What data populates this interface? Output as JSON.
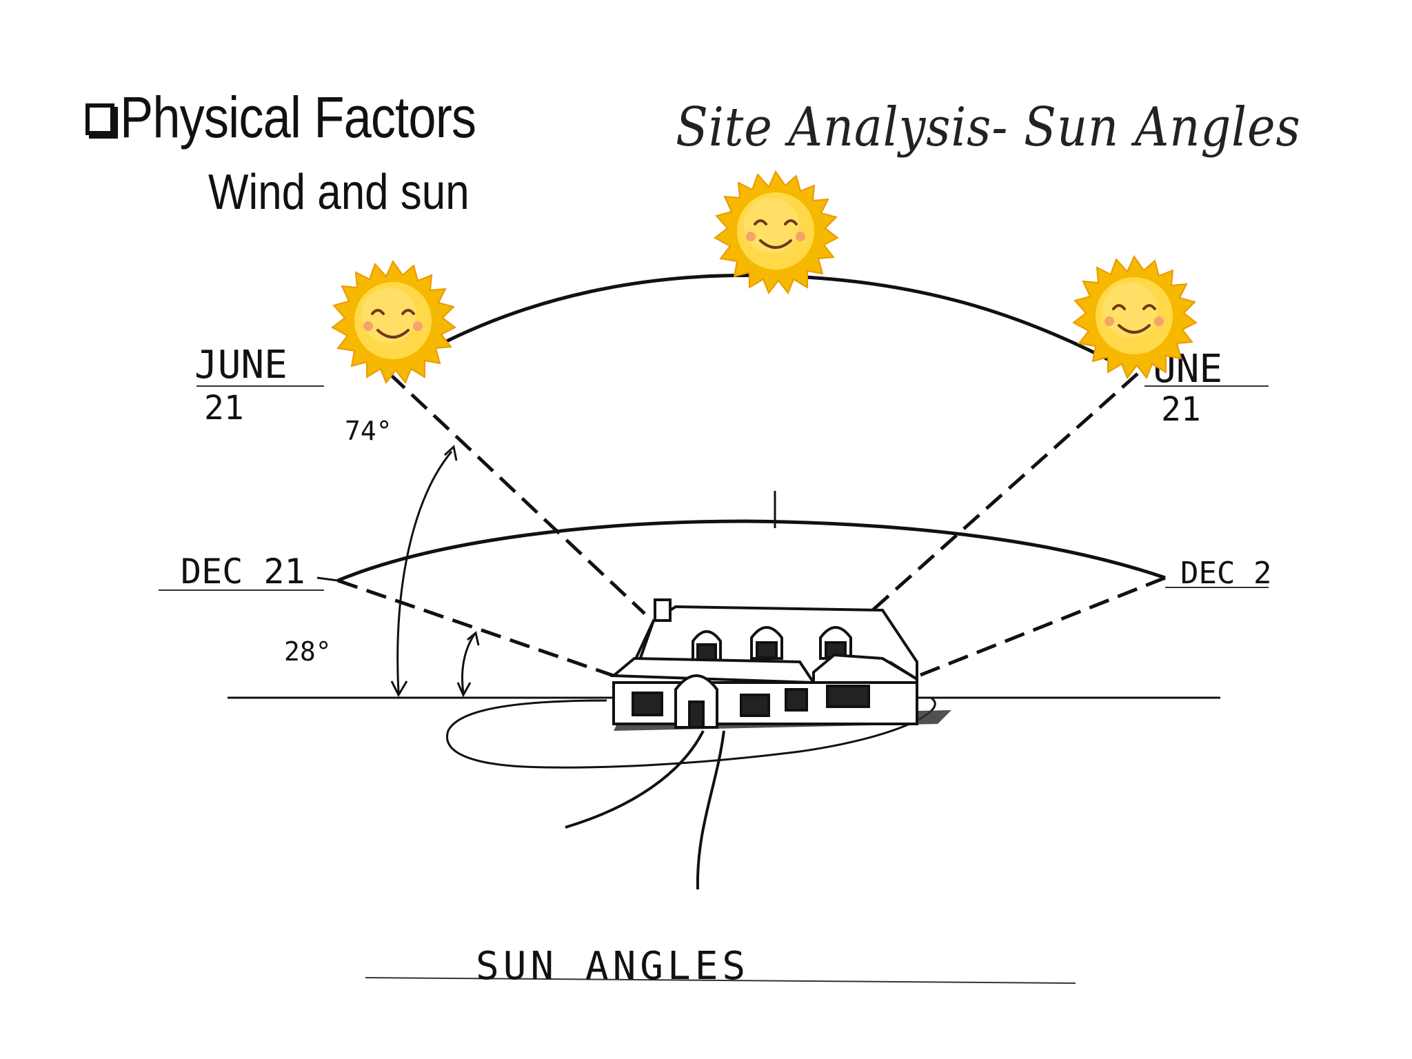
{
  "header": {
    "bullet_heading": "Physical Factors",
    "subheading": "Wind and sun",
    "title": "Site Analysis- Sun Angles"
  },
  "diagram": {
    "labels": {
      "june_left": "JUNE",
      "june_left_day": "21",
      "june_right": "UNE",
      "june_right_day": "21",
      "dec_left": "DEC 21",
      "dec_right": "DEC 2",
      "angle_summer": "74°",
      "angle_winter": "28°",
      "caption": "SUN ANGLES"
    },
    "icons": [
      "sun-icon",
      "house-icon",
      "checkbox-icon"
    ],
    "colors": {
      "ink": "#111111",
      "sun_outer": "#F6B800",
      "sun_inner": "#FFD94A",
      "cheek": "#F4A36C"
    }
  }
}
